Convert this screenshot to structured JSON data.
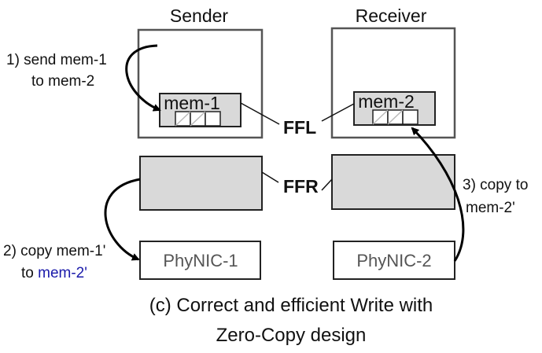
{
  "columns": {
    "sender": "Sender",
    "receiver": "Receiver"
  },
  "memory": {
    "sender": "mem-1",
    "receiver": "mem-2"
  },
  "nics": {
    "sender": "PhyNIC-1",
    "receiver": "PhyNIC-2"
  },
  "layer_labels": {
    "ffl": "FFL",
    "ffr": "FFR"
  },
  "steps": {
    "step1": {
      "line1": "1) send mem-1",
      "line2": "to mem-2"
    },
    "step2": {
      "line1": "2) copy mem-1'",
      "line2_prefix": "to ",
      "line2_highlight": "mem-2'"
    },
    "step3": {
      "line1": "3) copy to",
      "line2": "mem-2'"
    }
  },
  "caption": {
    "line1": "(c) Correct and efficient Write with",
    "line2": "Zero-Copy design"
  },
  "colors": {
    "highlight_text": "#1a1aaa",
    "box_fill": "#d9d9d9",
    "box_stroke": "#555555"
  }
}
